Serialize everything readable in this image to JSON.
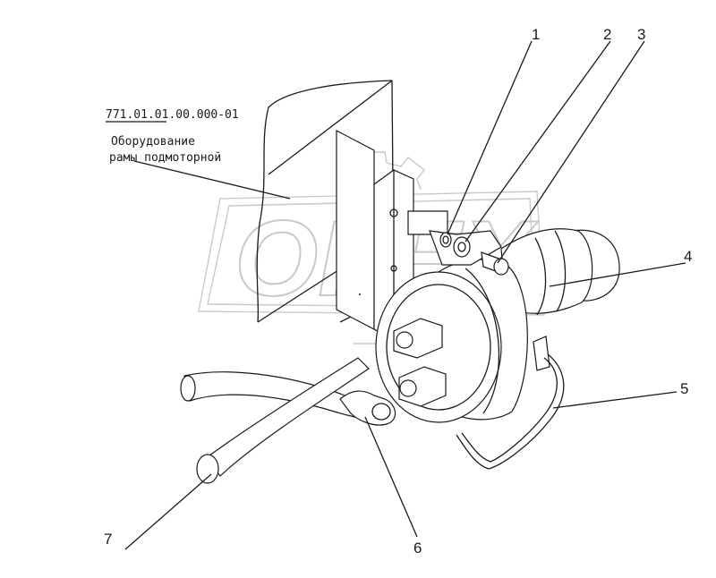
{
  "drawing": {
    "reference_code": "771.01.01.00.000-01",
    "caption_line1": "Оборудование",
    "caption_line2": "рамы подмоторной",
    "watermark_text": "OPEX",
    "callouts": [
      "1",
      "2",
      "3",
      "4",
      "5",
      "6",
      "7"
    ]
  },
  "colors": {
    "line": "#1a1a1a",
    "watermark": "#c9c9c9",
    "background": "#ffffff"
  }
}
